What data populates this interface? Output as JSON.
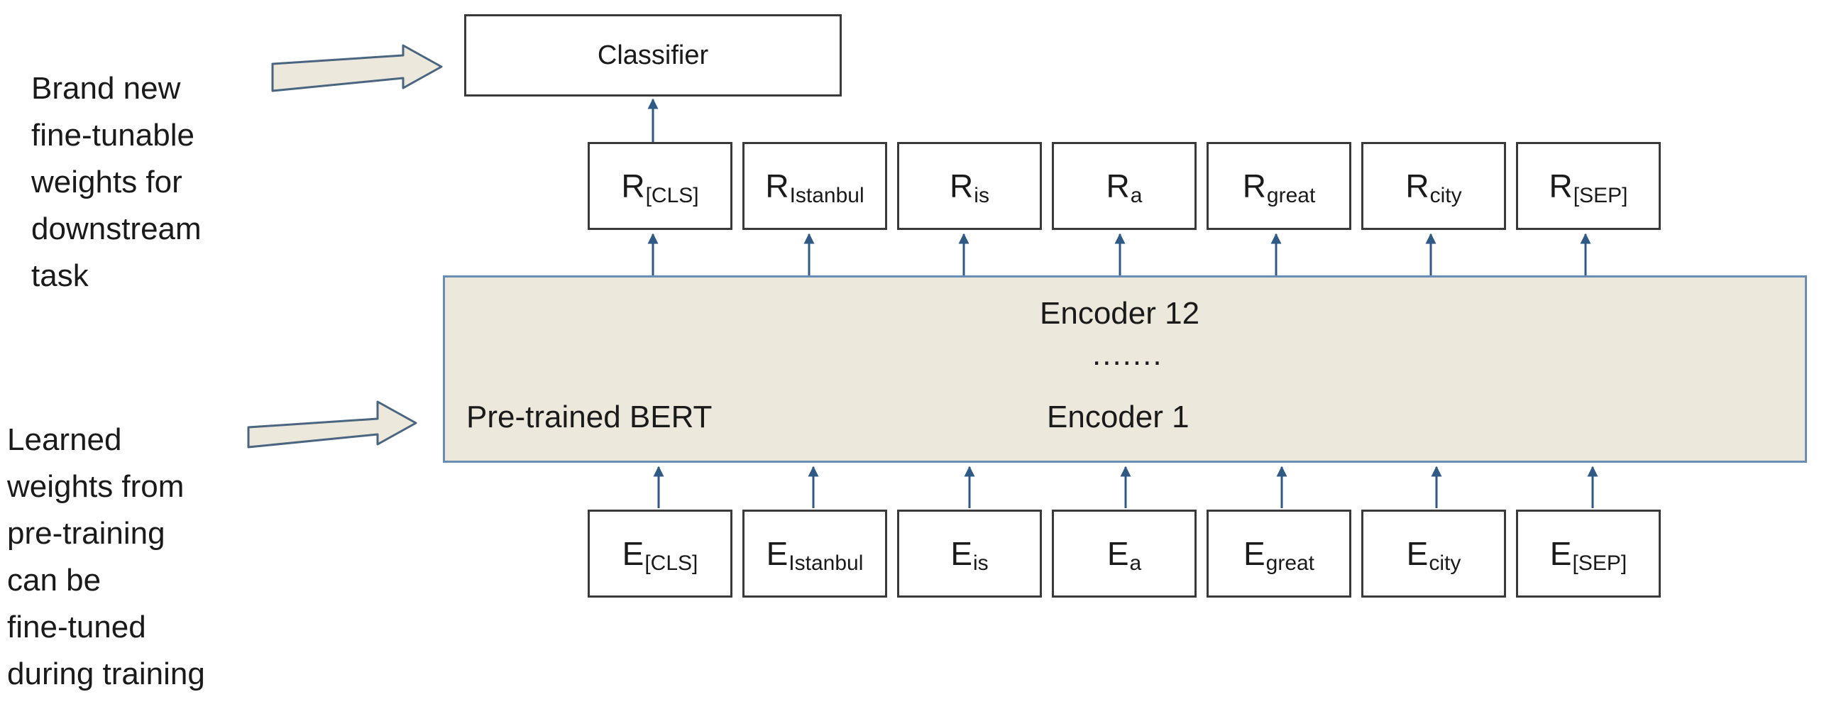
{
  "notes": {
    "top_lines": [
      "Brand new",
      "fine-tunable",
      "weights for",
      "downstream",
      "task"
    ],
    "bottom_lines": [
      "Learned",
      "weights from",
      "pre-training",
      "can be",
      "fine-tuned",
      "during training"
    ]
  },
  "classifier": {
    "label": "Classifier"
  },
  "encoder": {
    "top_label": "Encoder 12",
    "dots": ".......",
    "bottom_label": "Encoder 1",
    "model_label": "Pre-trained BERT",
    "fill_color": "#ece8dc",
    "border_color": "#6b8db4"
  },
  "outputs": [
    {
      "main": "R",
      "sub": "[CLS]"
    },
    {
      "main": "R",
      "sub": "Istanbul"
    },
    {
      "main": "R",
      "sub": "is"
    },
    {
      "main": "R",
      "sub": "a"
    },
    {
      "main": "R",
      "sub": "great"
    },
    {
      "main": "R",
      "sub": "city"
    },
    {
      "main": "R",
      "sub": "[SEP]"
    }
  ],
  "inputs": [
    {
      "main": "E",
      "sub": "[CLS]"
    },
    {
      "main": "E",
      "sub": "Istanbul"
    },
    {
      "main": "E",
      "sub": "is"
    },
    {
      "main": "E",
      "sub": "a"
    },
    {
      "main": "E",
      "sub": "great"
    },
    {
      "main": "E",
      "sub": "city"
    },
    {
      "main": "E",
      "sub": "[SEP]"
    }
  ],
  "colors": {
    "arrow": "#2f5a86",
    "pointer_fill": "#ece8dc",
    "pointer_stroke": "#4a6580"
  }
}
